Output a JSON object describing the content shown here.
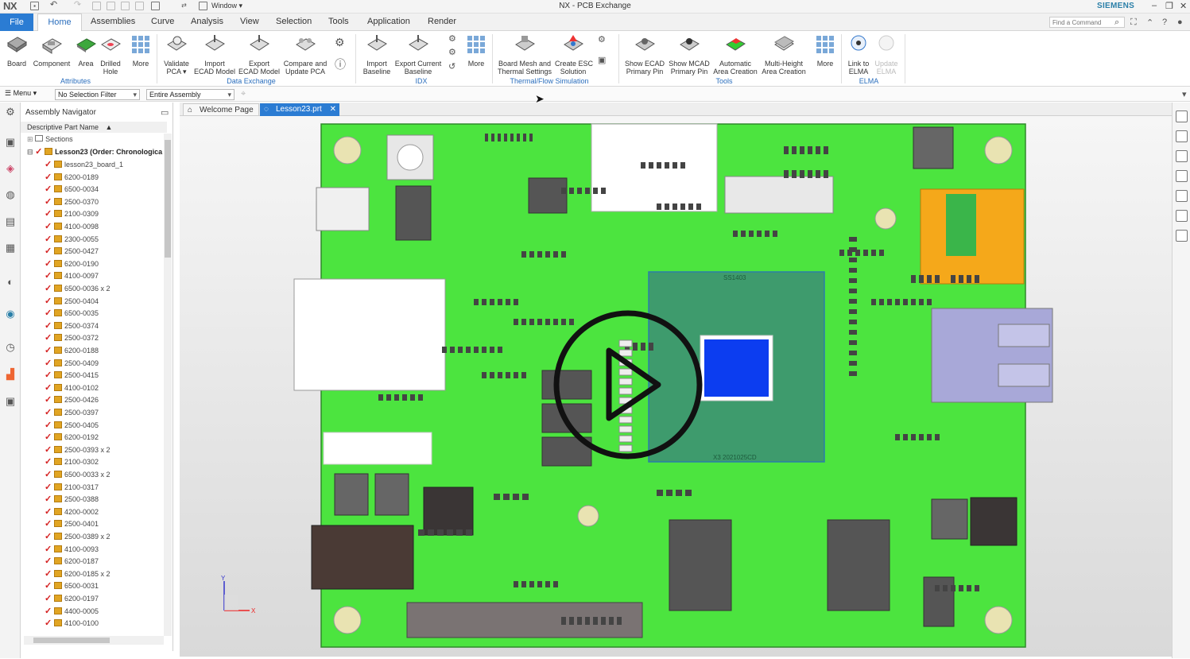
{
  "app": {
    "logo": "NX",
    "title": "NX - PCB Exchange",
    "window_menu": "Window ▾",
    "brand": "SIEMENS"
  },
  "ribbon_tabs": [
    "Home",
    "Assemblies",
    "Curve",
    "Analysis",
    "View",
    "Selection",
    "Tools",
    "Application",
    "Render"
  ],
  "file_tab": "File",
  "find_command_placeholder": "Find a Command",
  "ribbon": {
    "board": "Board",
    "component": "Component",
    "area": "Area",
    "drilled": "Drilled\nHole",
    "more1": "More",
    "validate": "Validate\nPCA ▾",
    "import_ecad": "Import\nECAD Model",
    "export_ecad": "Export\nECAD Model",
    "compare": "Compare and\nUpdate PCA",
    "import_base": "Import\nBaseline",
    "export_base": "Export Current\nBaseline",
    "more2": "More",
    "board_mesh": "Board Mesh and\nThermal Settings",
    "create_esc": "Create ESC\nSolution",
    "show_ecad": "Show ECAD\nPrimary Pin",
    "show_mcad": "Show MCAD\nPrimary Pin",
    "auto_area": "Automatic\nArea Creation",
    "multi_height": "Multi-Height\nArea Creation",
    "more3": "More",
    "link_elma": "Link to\nELMA",
    "update_elma": "Update\nELMA",
    "groups": {
      "attributes": "Attributes",
      "data_exchange": "Data Exchange",
      "idx": "IDX",
      "thermal": "Thermal/Flow Simulation",
      "tools": "Tools",
      "elma": "ELMA"
    }
  },
  "filterbar": {
    "menu": "Menu ▾",
    "selection_filter": "No Selection Filter",
    "scope": "Entire Assembly"
  },
  "navigator": {
    "title": "Assembly Navigator",
    "column": "Descriptive Part Name",
    "sections": "Sections",
    "root": "Lesson23 (Order: Chronologica",
    "parts": [
      "lesson23_board_1",
      "6200-0189",
      "6500-0034",
      "2500-0370",
      "2100-0309",
      "4100-0098",
      "2300-0055",
      "2500-0427",
      "6200-0190",
      "4100-0097",
      "6500-0036 x 2",
      "2500-0404",
      "6500-0035",
      "2500-0374",
      "2500-0372",
      "6200-0188",
      "2500-0409",
      "2500-0415",
      "4100-0102",
      "2500-0426",
      "2500-0397",
      "2500-0405",
      "6200-0192",
      "2500-0393 x 2",
      "2100-0302",
      "6500-0033 x 2",
      "2100-0317",
      "2500-0388",
      "4200-0002",
      "2500-0401",
      "2500-0389 x 2",
      "4100-0093",
      "6200-0187",
      "6200-0185 x 2",
      "6500-0031",
      "6200-0197",
      "4400-0005",
      "4100-0100"
    ]
  },
  "doc_tabs": {
    "welcome": "Welcome Page",
    "part": "Lesson23.prt"
  },
  "pcb": {
    "board_color": "#4ce43f",
    "chip_color": "#3e9b6d",
    "blue_block": "#0c3df0",
    "orange_part": "#f5a81a",
    "usb": "#a8a8d8",
    "chip_top_text": "SS1403",
    "chip_bottom_text": "X3 2021025CD",
    "axis_x": "X",
    "axis_y": "Y"
  }
}
